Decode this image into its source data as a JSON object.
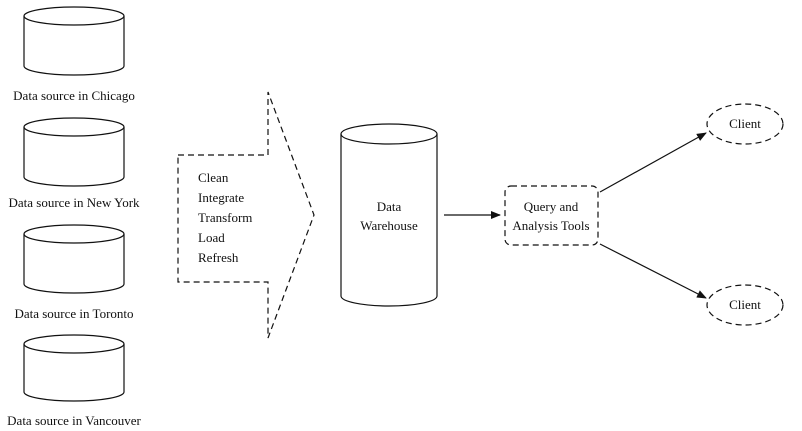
{
  "sources": [
    {
      "label": "Data source in Chicago"
    },
    {
      "label": "Data source in New York"
    },
    {
      "label": "Data source in Toronto"
    },
    {
      "label": "Data source in Vancouver"
    }
  ],
  "etl": {
    "steps": [
      "Clean",
      "Integrate",
      "Transform",
      "Load",
      "Refresh"
    ]
  },
  "warehouse": {
    "line1": "Data",
    "line2": "Warehouse"
  },
  "tools": {
    "line1": "Query and",
    "line2": "Analysis Tools"
  },
  "clients": [
    {
      "label": "Client"
    },
    {
      "label": "Client"
    }
  ]
}
